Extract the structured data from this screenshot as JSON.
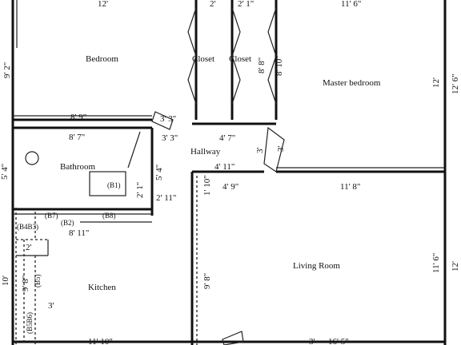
{
  "rooms": {
    "bedroom": "Bedroom",
    "closet_left": "Closet",
    "closet_right": "Closet",
    "master_bedroom": "Master bedroom",
    "bathroom": "Bathroom",
    "hallway": "Hallway",
    "living_room": "Living Room",
    "kitchen": "Kitchen"
  },
  "dimensions": {
    "bedroom_top": "12'",
    "closet_left_top": "2'",
    "closet_right_top": "2' 1\"",
    "master_top": "11' 6\"",
    "left_9_2": "9' 2\"",
    "closet_8_8": "8' 8\"",
    "closet_8_10": "8' 10\"",
    "right_12": "12'",
    "right_12_6": "12' 6\"",
    "bed_8_9": "8' 9\"",
    "hall_3_3a": "3' 3\"",
    "bath_8_7": "8' 7\"",
    "hall_3_3b": "3' 3\"",
    "hall_4_7": "4' 7\"",
    "hall_3a": "3'",
    "hall_3b": "3'",
    "left_5_4": "5' 4\"",
    "hall_5_4": "5' 4\"",
    "hall_4_11": "4' 11\"",
    "bath_b1": "(B1)",
    "bath_2_1": "2' 1\"",
    "lr_1_10": "1' 10\"",
    "lr_4_9": "4' 9\"",
    "lr_11_8": "11' 8\"",
    "hall_2_11": "2' 11\"",
    "k_b7": "(B7)",
    "k_b8": "(B8)",
    "k_b2": "(B2)",
    "k_b4b3": "(B4B3)",
    "k_8_11": "8' 11\"",
    "k_2": "2'",
    "left_10": "10'",
    "k_9_8": "9' 8\"",
    "k_b5": "(B5)",
    "k_3": "3'",
    "k_b5b6": "(B5B6)",
    "lr_9_8": "9' 8\"",
    "lr_11_6": "11' 6\"",
    "right_12b": "12'",
    "bottom_11_10": "11' 10\"",
    "bottom_16_5": "16' 5\"",
    "bottom_3": "3'"
  }
}
